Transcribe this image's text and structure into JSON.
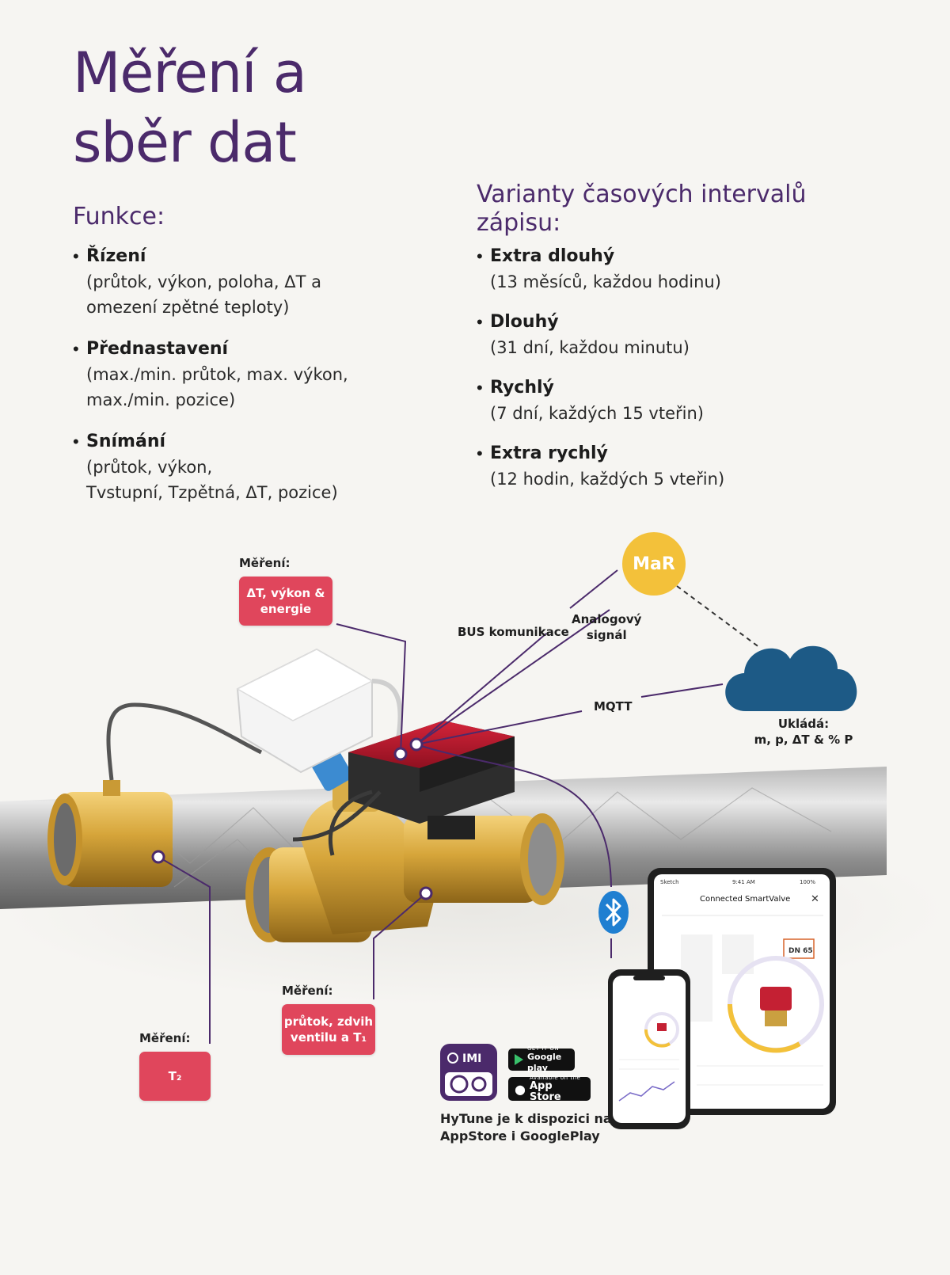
{
  "title": "Měření a\nsběr dat",
  "functions": {
    "heading": "Funkce:",
    "items": [
      {
        "name": "Řízení",
        "desc": "(průtok, výkon, poloha, ΔT a\nomezení zpětné teploty)"
      },
      {
        "name": "Přednastavení",
        "desc": "(max./min. průtok, max. výkon,\nmax./min. pozice)"
      },
      {
        "name": "Snímání",
        "desc": "(průtok, výkon,\nTvstupní, Tzpětná, ΔT, pozice)"
      }
    ]
  },
  "intervals": {
    "heading": "Varianty časových intervalů\nzápisu:",
    "items": [
      {
        "name": "Extra dlouhý",
        "desc": "(13 měsíců, každou hodinu)"
      },
      {
        "name": "Dlouhý",
        "desc": "(31 dní, každou minutu)"
      },
      {
        "name": "Rychlý",
        "desc": "(7 dní, každých 15 vteřin)"
      },
      {
        "name": "Extra rychlý",
        "desc": "(12 hodin, každých 5 vteřin)"
      }
    ]
  },
  "diagram": {
    "callouts": [
      {
        "label": "Měření:",
        "box": "ΔT, výkon &\nenergie"
      },
      {
        "label": "Měření:",
        "box": "průtok, zdvih\nventilu a T₁"
      },
      {
        "label": "Měření:",
        "box": "T₂"
      }
    ],
    "mar": "MaR",
    "bus": "BUS komunikace",
    "analog": "Analogový\nsignál",
    "mqtt": "MQTT",
    "cloud_caption": "Ukládá:\nm, p, ΔT & % P",
    "app_caption": "HyTune je k dispozici na\nAppStore i GooglePlay",
    "imi_logo": "IMI",
    "google_badge": {
      "small": "GET IT ON",
      "big": "Google play"
    },
    "apple_badge": {
      "small": "Available on the",
      "big": "App Store"
    },
    "tablet": {
      "status_time": "9:41 AM",
      "status_left": "Sketch",
      "status_right": "100%",
      "title": "Connected SmartValve",
      "dn": "DN 65"
    }
  },
  "colors": {
    "purple": "#4b2a6b",
    "pink": "#e0465c",
    "yellow": "#f3c13a",
    "cloud": "#1d5a86",
    "bluetooth": "#1f7fd1"
  }
}
